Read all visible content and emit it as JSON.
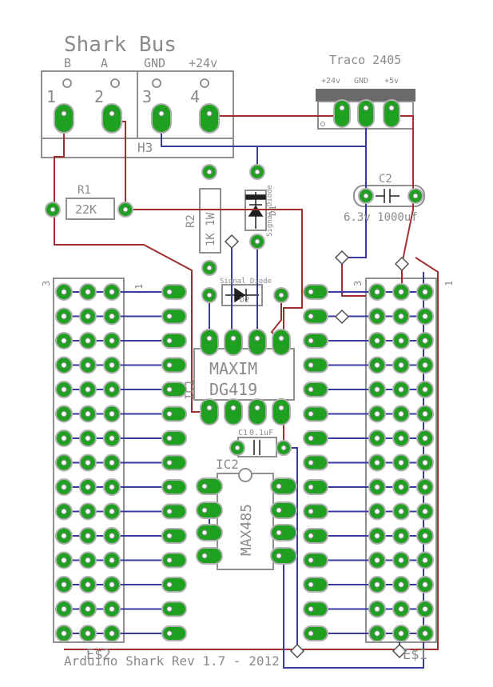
{
  "title": "Shark Bus",
  "h3": {
    "name": "H3",
    "labels": [
      "B",
      "A",
      "GND",
      "+24v"
    ],
    "pin_numbers": [
      "1",
      "2",
      "3",
      "4"
    ]
  },
  "traco": {
    "name": "Traco 2405",
    "pins": [
      "+24v",
      "GND",
      "+5v"
    ]
  },
  "r1": {
    "name": "R1",
    "value": "22K"
  },
  "r2": {
    "name": "R2",
    "value": "1K 1W"
  },
  "c2": {
    "name": "C2",
    "value": "6.3v 1000uf"
  },
  "d1": {
    "name": "D1",
    "value": "Signal Diode"
  },
  "d2": {
    "name": "D2",
    "value": "Signal Diode"
  },
  "ic1": {
    "name": "IC1",
    "brand": "MAXIM",
    "part": "DG419"
  },
  "c1": {
    "name": "C1",
    "value": "0.1uF"
  },
  "ic2": {
    "name": "IC2",
    "part": "MAX485"
  },
  "header_left": {
    "name": "E$2",
    "pin3": "3",
    "pin1": "1"
  },
  "header_right": {
    "name": "E$1",
    "pin3": "3",
    "pin1": "1"
  },
  "footer": "Arduino Shark Rev 1.7 - 2012",
  "colors": {
    "pad": "#20a020",
    "trace_top": "#a03030",
    "trace_bottom": "#3838a0",
    "silkscreen": "#8a8a8a"
  }
}
